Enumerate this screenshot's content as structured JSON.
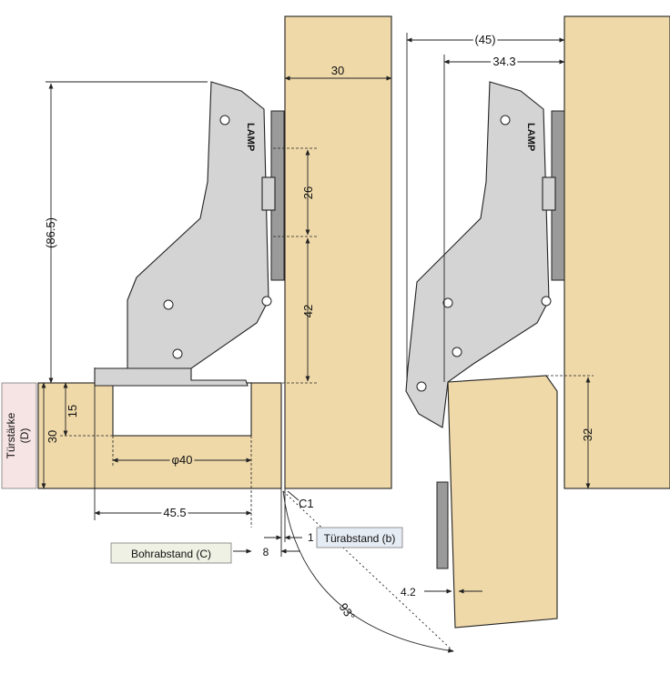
{
  "colors": {
    "wood": "#efd9a9",
    "hinge": "#d4d4d4",
    "label_box_blue": "#e6ecf4",
    "label_box_green": "#eef1e4",
    "label_box_pink": "#f6e3e3"
  },
  "brand": "LAMP",
  "left_view": {
    "dims": {
      "height": "(86.5)",
      "panel_thickness": "30",
      "upper_spacing": "26",
      "lower_spacing": "42",
      "cup_depth": "15",
      "door_thickness": "30",
      "cup_diameter": "φ40",
      "overall": "45.5",
      "gap_8": "8",
      "gap_1": "1",
      "chamfer": "C1",
      "angle": "93°"
    },
    "labels": {
      "door_thickness": "Türstärke\n(D)",
      "door_thickness_line1": "Türstärke",
      "door_thickness_line2": "(D)",
      "bore_distance": "Bohrabstand (C)",
      "door_gap": "Türabstand (b)"
    }
  },
  "right_view": {
    "dims": {
      "outer": "(45)",
      "inner": "34.3",
      "door_height": "32",
      "offset": "4.2"
    }
  }
}
